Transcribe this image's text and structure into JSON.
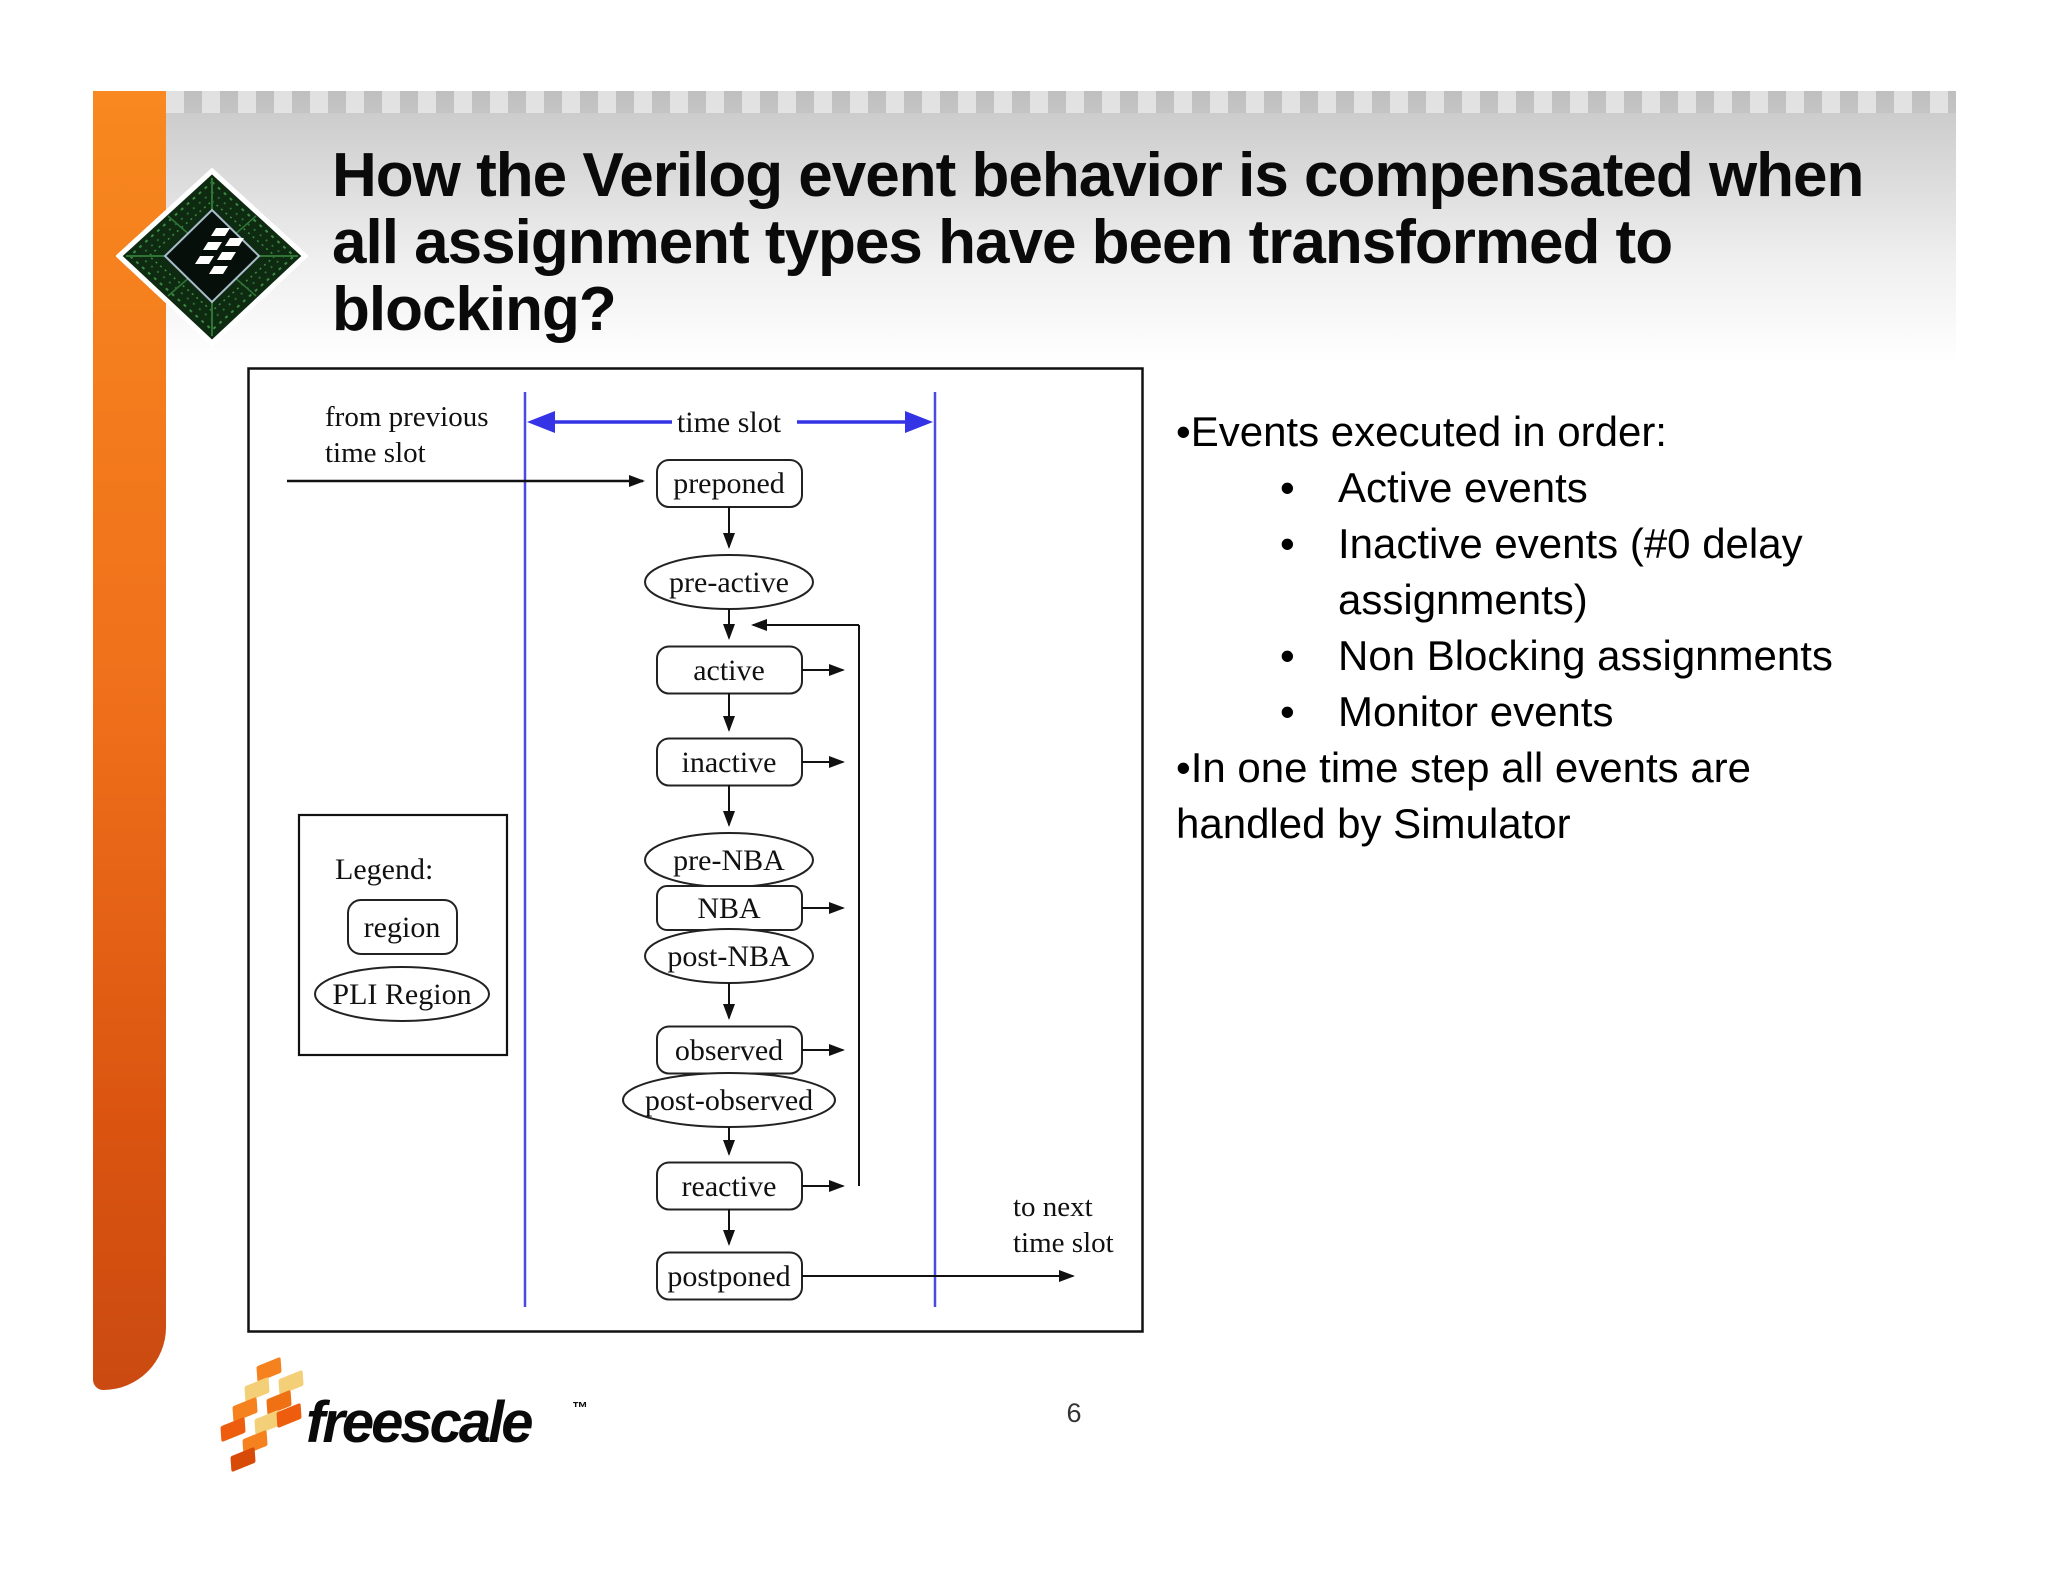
{
  "slide": {
    "title": "How the Verilog event behavior is compensated when\nall assignment types have been transformed to\nblocking?",
    "page_number": "6"
  },
  "diagram": {
    "time_slot_label": "time slot",
    "from_previous_label": "from previous\ntime slot",
    "to_next_label": "to next\ntime slot",
    "nodes": {
      "preponed": "preponed",
      "pre_active": "pre-active",
      "active": "active",
      "inactive": "inactive",
      "pre_nba": "pre-NBA",
      "nba": "NBA",
      "post_nba": "post-NBA",
      "observed": "observed",
      "post_observed": "post-observed",
      "reactive": "reactive",
      "postponed": "postponed"
    },
    "legend": {
      "title": "Legend:",
      "region_label": "region",
      "pli_label": "PLI Region"
    }
  },
  "bullets": {
    "marker": "•",
    "intro": "•Events executed in order:",
    "items": [
      "Active events",
      "Inactive events (#0 delay assignments)",
      "Non Blocking assignments",
      "Monitor events"
    ],
    "outro": "•In one time step all events are handled by Simulator"
  },
  "footer": {
    "brand": "freescale",
    "trademark": "™"
  },
  "colors": {
    "accent_orange": "#f0711b",
    "blue_line": "#3b3be8",
    "diagram_stroke": "#111111"
  }
}
